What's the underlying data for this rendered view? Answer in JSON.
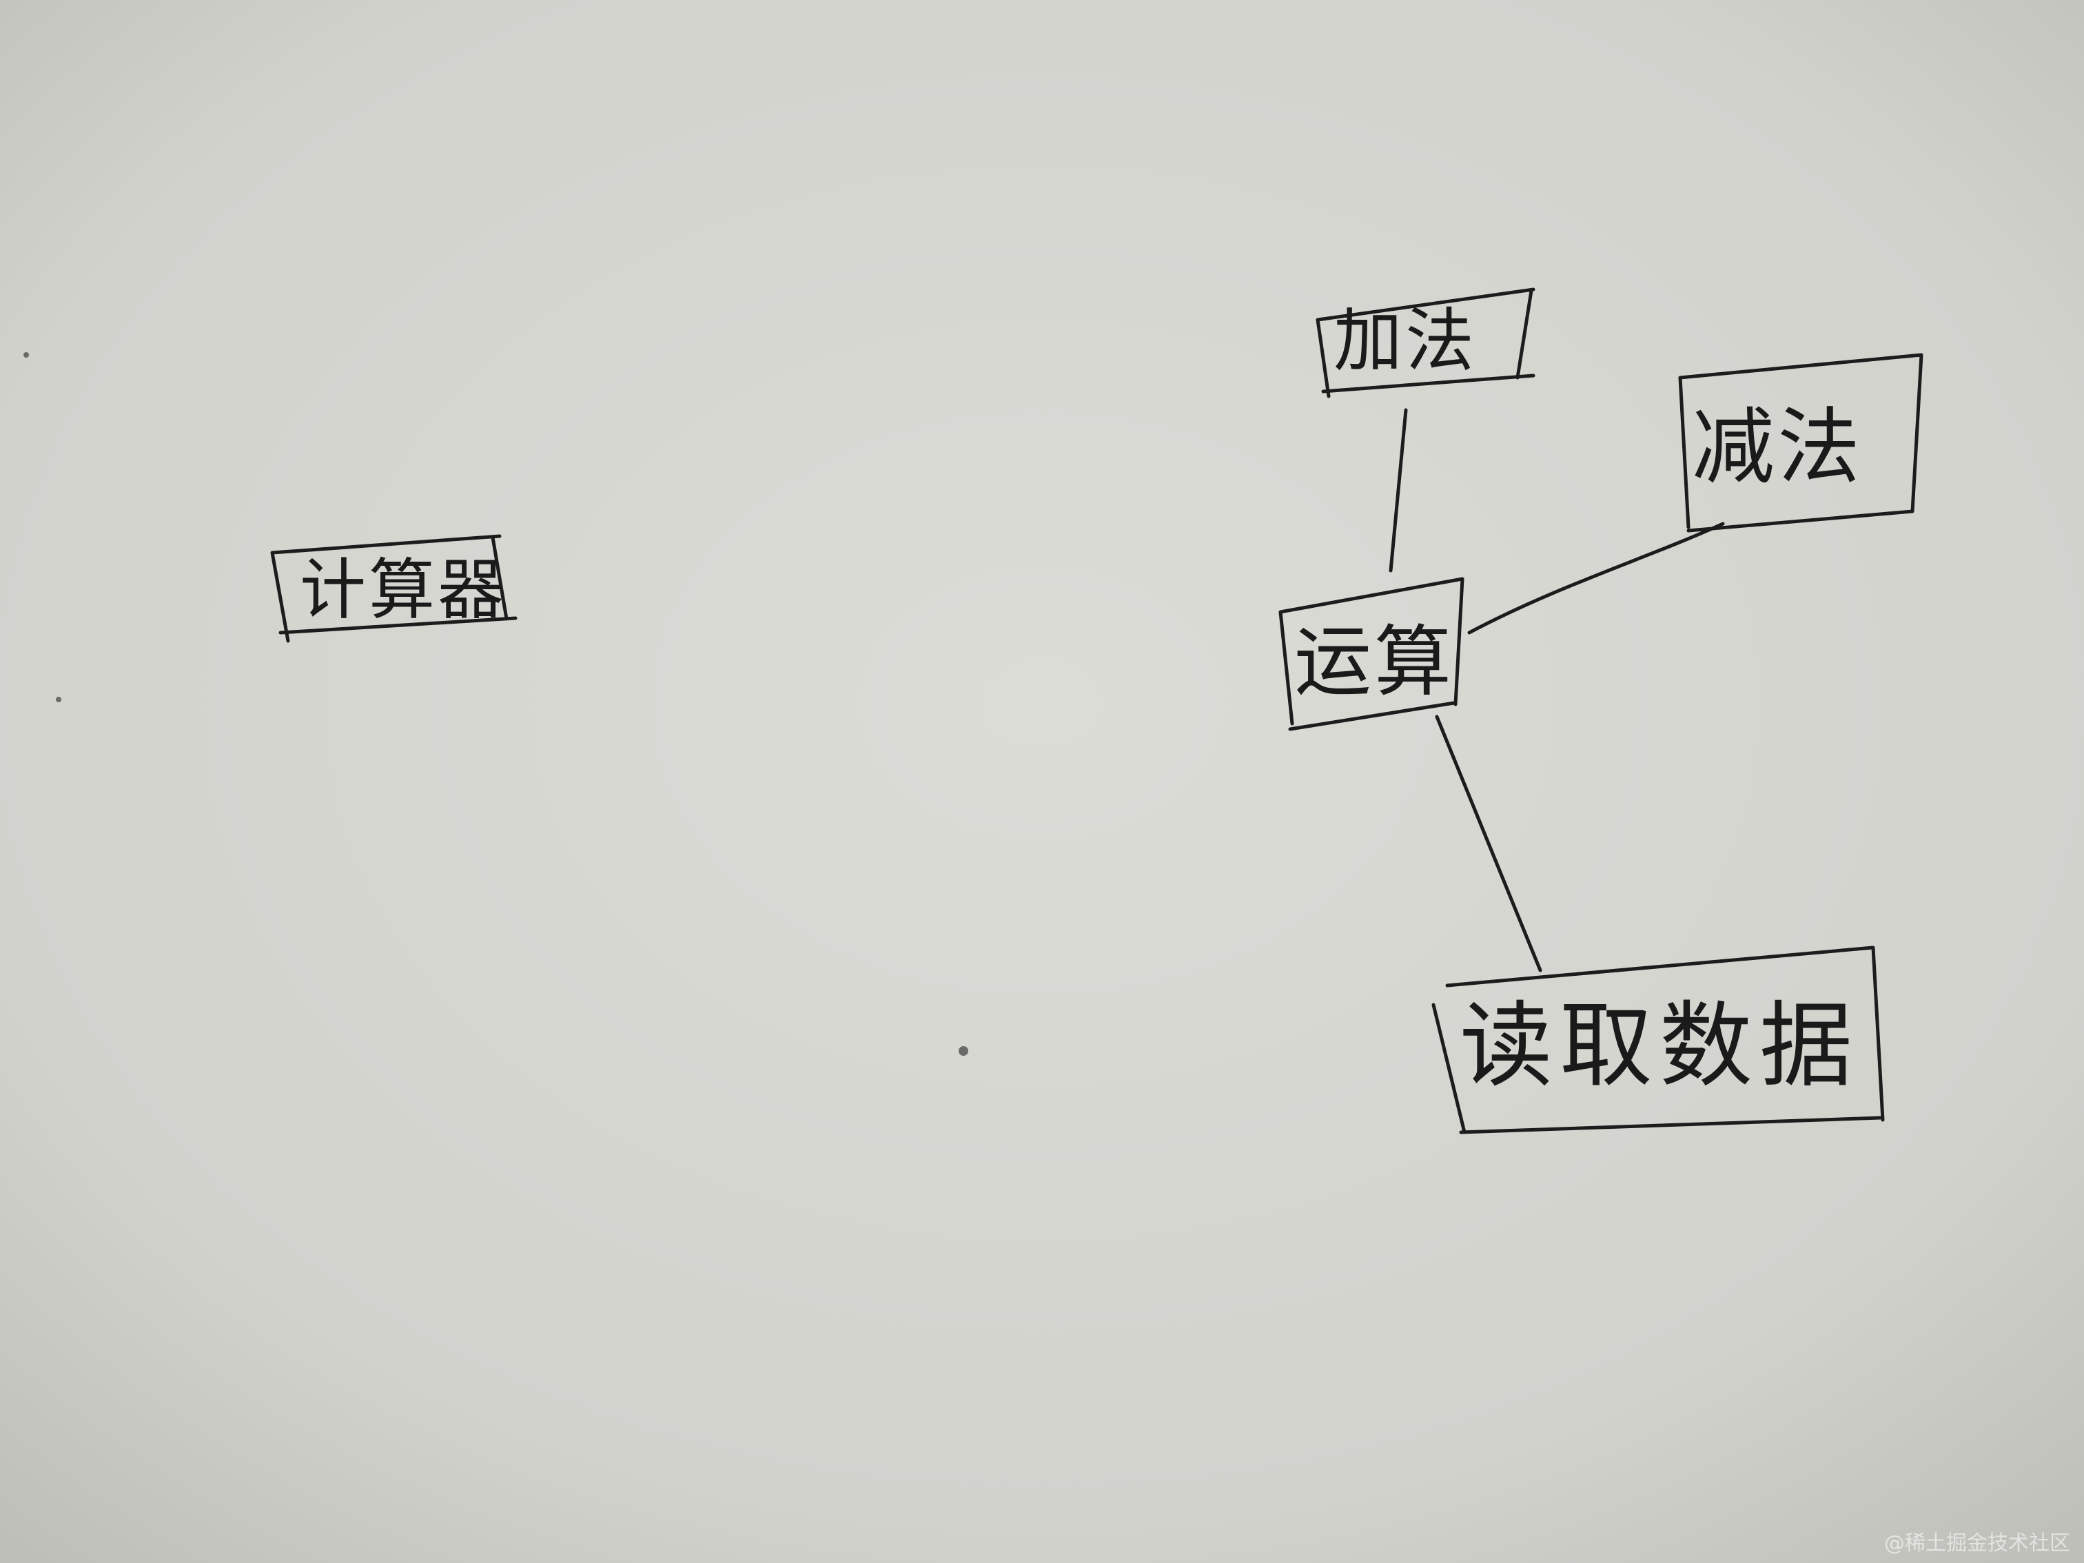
{
  "diagram": {
    "standalone_node": {
      "label": "计算器"
    },
    "nodes": {
      "center": {
        "label": "运算"
      },
      "add": {
        "label": "加法"
      },
      "subtract": {
        "label": "减法"
      },
      "read": {
        "label": "读取数据"
      }
    },
    "edges": [
      {
        "from": "center",
        "to": "add"
      },
      {
        "from": "center",
        "to": "subtract"
      },
      {
        "from": "center",
        "to": "read"
      }
    ]
  },
  "watermark": "@稀土掘金技术社区",
  "colors": {
    "paper": "#d9d9d4",
    "ink": "#1a1a1a"
  }
}
